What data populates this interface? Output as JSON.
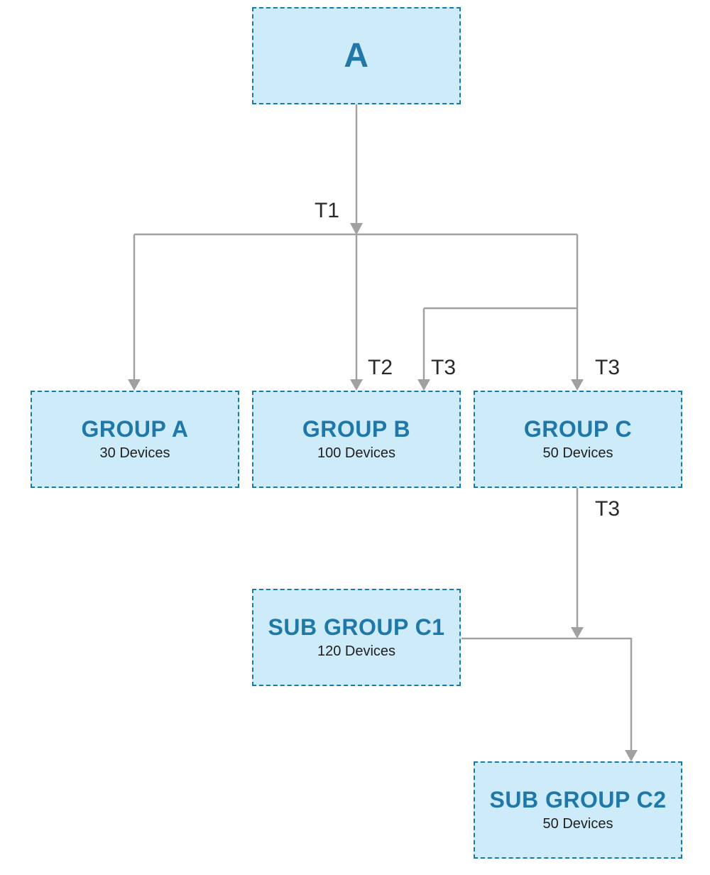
{
  "nodes": {
    "a": {
      "title": "A"
    },
    "group_a": {
      "title": "GROUP A",
      "devices": "30 Devices"
    },
    "group_b": {
      "title": "GROUP B",
      "devices": "100 Devices"
    },
    "group_c": {
      "title": "GROUP C",
      "devices": "50 Devices"
    },
    "sub_group_c1": {
      "title": "SUB GROUP C1",
      "devices": "120 Devices"
    },
    "sub_group_c2": {
      "title": "SUB GROUP C2",
      "devices": "50 Devices"
    }
  },
  "edge_labels": {
    "a_to_groups": "T1",
    "to_group_b": "T2",
    "to_group_b_secondary": "T3",
    "to_group_c": "T3",
    "group_c_to_subgroups": "T3"
  },
  "colors": {
    "node_fill": "#cdebf9",
    "node_border": "#1a7aa2",
    "node_title": "#1f78a7",
    "connector": "#a1a1a1",
    "label_text": "#2a2a2a",
    "subtitle_text": "#1f1f1f"
  }
}
